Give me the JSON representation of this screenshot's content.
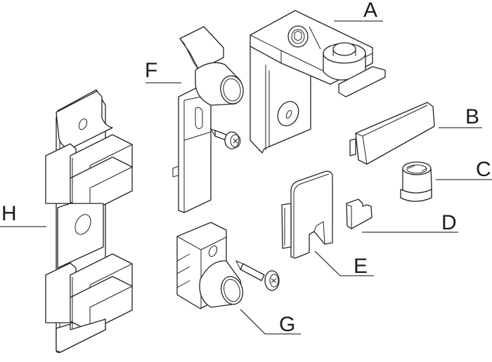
{
  "diagram": {
    "type": "exploded-parts-view",
    "parts": [
      {
        "id": "A",
        "label": "A",
        "description": "bracket-with-hex-bolt-and-roller"
      },
      {
        "id": "B",
        "label": "B",
        "description": "wedge-cap"
      },
      {
        "id": "C",
        "label": "C",
        "description": "sleeve-bushing"
      },
      {
        "id": "D",
        "label": "D",
        "description": "small-end-cap"
      },
      {
        "id": "E",
        "label": "E",
        "description": "clip-plate"
      },
      {
        "id": "F",
        "label": "F",
        "description": "hook-bracket-with-bumper"
      },
      {
        "id": "G",
        "label": "G",
        "description": "stop-block-with-bumper"
      },
      {
        "id": "H",
        "label": "H",
        "description": "mounting-rail-plate"
      }
    ],
    "screws": [
      {
        "for": "F",
        "icon": "screw-icon"
      },
      {
        "for": "G",
        "icon": "screw-icon"
      }
    ]
  }
}
